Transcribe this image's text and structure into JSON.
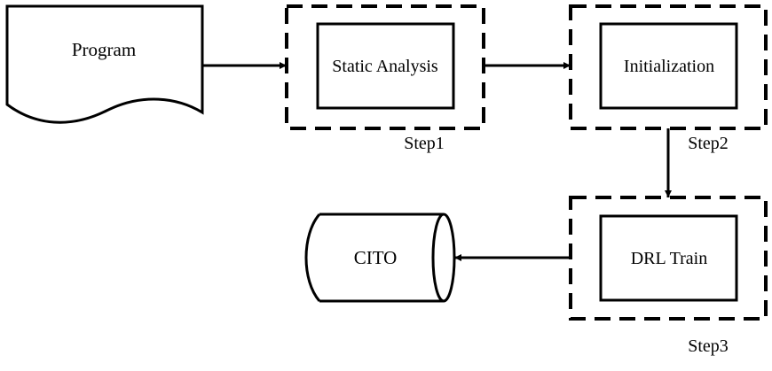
{
  "nodes": {
    "program": "Program",
    "static_analysis": "Static Analysis",
    "initialization": "Initialization",
    "drl_train": "DRL Train",
    "cito": "CITO"
  },
  "steps": {
    "step1": "Step1",
    "step2": "Step2",
    "step3": "Step3"
  },
  "colors": {
    "stroke": "#000000",
    "background": "#ffffff"
  }
}
